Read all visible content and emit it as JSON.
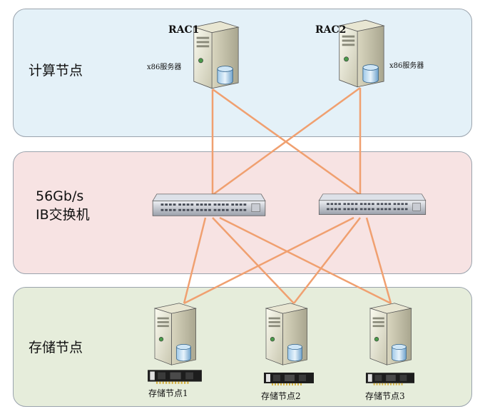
{
  "bands": {
    "compute": "计算节点",
    "switch": "56Gb/s\nIB交换机",
    "storage": "存储节点"
  },
  "compute_nodes": [
    {
      "name": "RAC1",
      "desc": "x86服务器"
    },
    {
      "name": "RAC2",
      "desc": "x86服务器"
    }
  ],
  "storage_nodes": [
    {
      "name": "存储节点1"
    },
    {
      "name": "存储节点2"
    },
    {
      "name": "存储节点3"
    }
  ],
  "colors": {
    "link": "#f0a070"
  }
}
